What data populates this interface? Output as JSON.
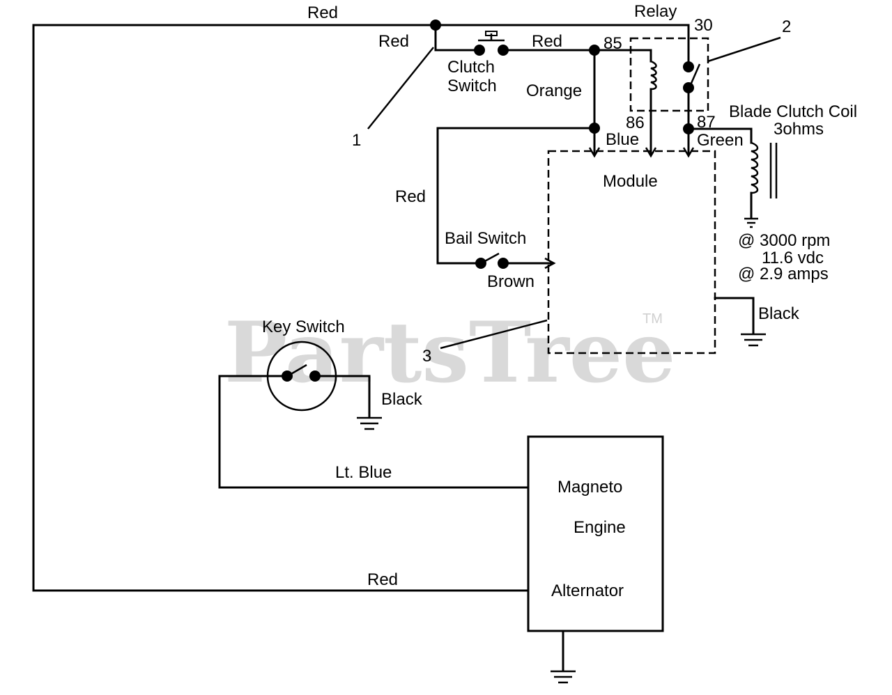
{
  "watermark": {
    "text": "PartsTree",
    "tm": "TM"
  },
  "labels": {
    "red_top": "Red",
    "red_left": "Red",
    "red_85": "Red",
    "red_loop": "Red",
    "red_bottom": "Red",
    "relay": "Relay",
    "pin30": "30",
    "pin85": "85",
    "pin86": "86",
    "pin87": "87",
    "callout1": "1",
    "callout2": "2",
    "callout3": "3",
    "clutch_switch_1": "Clutch",
    "clutch_switch_2": "Switch",
    "orange": "Orange",
    "blue": "Blue",
    "green": "Green",
    "blade_clutch_1": "Blade Clutch Coil",
    "blade_clutch_2": "3ohms",
    "module": "Module",
    "bail_switch": "Bail Switch",
    "brown": "Brown",
    "spec_1": "@ 3000 rpm",
    "spec_2": "11.6 vdc",
    "spec_3": "@ 2.9 amps",
    "black_module": "Black",
    "key_switch": "Key Switch",
    "black_key": "Black",
    "lt_blue": "Lt. Blue",
    "magneto": "Magneto",
    "engine": "Engine",
    "alternator": "Alternator"
  }
}
